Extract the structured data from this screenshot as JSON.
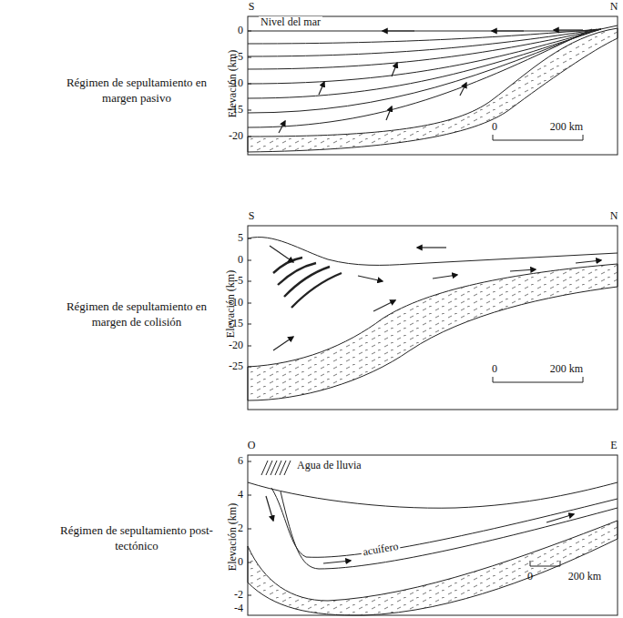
{
  "diagram": {
    "labels": [
      "Régimen de sepultamiento en margen pasivo",
      "S",
      "N",
      "Nivel del mar",
      "Elevación (km)",
      "0",
      "-5",
      "-10",
      "-15",
      "-20",
      "0",
      "200 km",
      "Régimen de sepultamiento en margen de colisión",
      "S",
      "N",
      "Elevación (km)",
      "5",
      "0",
      "-5",
      "-10",
      "-15",
      "-20",
      "-25",
      "0",
      "200 km",
      "Régimen de sepultamiento post-tectónico",
      "O",
      "E",
      "Elevación (km)",
      "6",
      "4",
      "2",
      "0",
      "-2",
      "-4",
      "Agua de lluvia",
      "acuífero",
      "0",
      "200 km"
    ]
  }
}
